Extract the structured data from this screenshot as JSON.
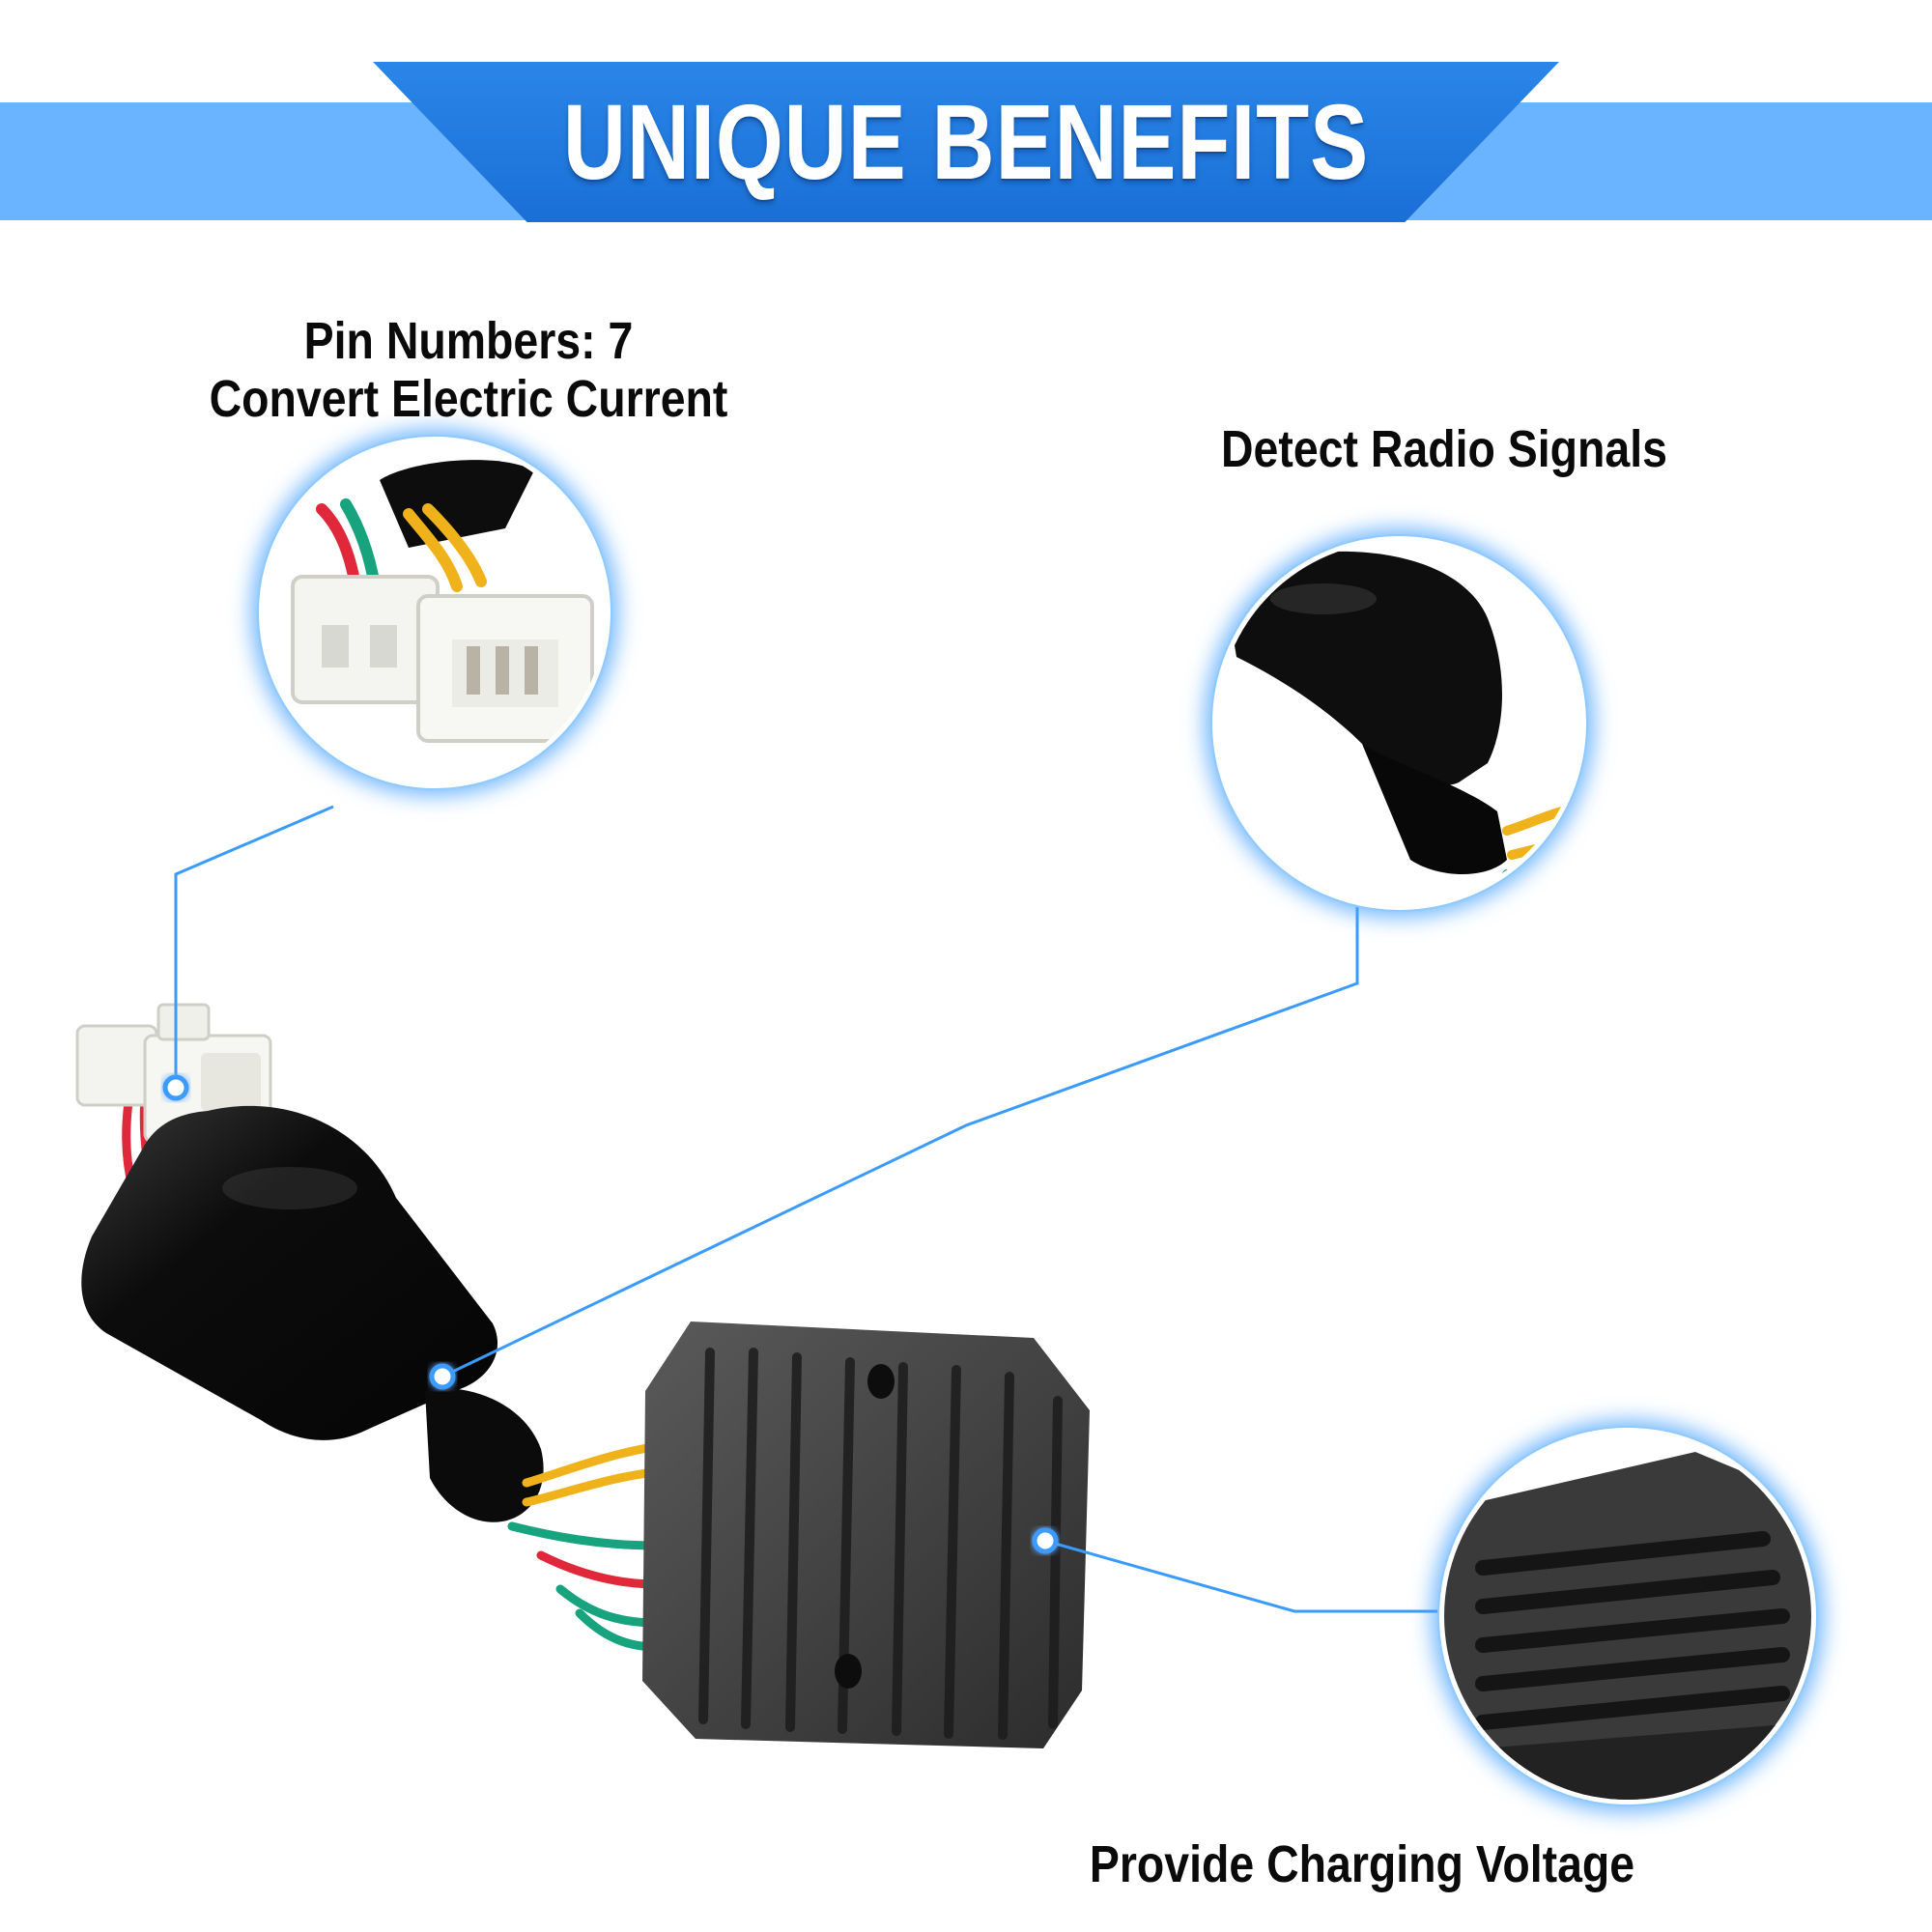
{
  "banner": {
    "title": "UNIQUE BENEFITS"
  },
  "features": [
    {
      "line1": "Pin Numbers: 7",
      "line2": "Convert Electric Current"
    },
    {
      "line1": "Detect Radio Signals"
    },
    {
      "line1": "Provide Charging Voltage"
    }
  ],
  "colors": {
    "banner_dark": "#1a6fd6",
    "banner_light": "#6ab4ff",
    "leader_line": "#3a9bff",
    "wire_red": "#e0283a",
    "wire_green": "#17a37d",
    "wire_yellow": "#f0b21a"
  }
}
